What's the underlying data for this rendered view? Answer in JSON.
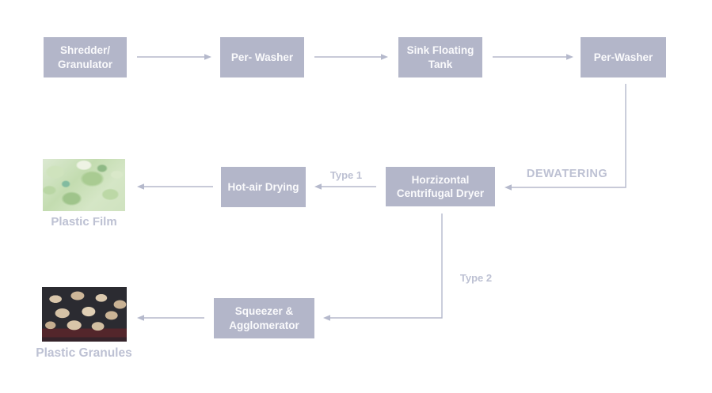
{
  "colors": {
    "node_fill": "#b3b6c9",
    "node_text": "#fafafc",
    "connector": "#b5b9cc",
    "label_text": "#bdc1d3"
  },
  "nodes": {
    "shredder": {
      "label": "Shredder/\nGranulator"
    },
    "pre_washer_1": {
      "label": "Per- Washer"
    },
    "sink_floating_tank": {
      "label": "Sink Floating\nTank"
    },
    "per_washer_2": {
      "label": "Per-Washer"
    },
    "hot_air_drying": {
      "label": "Hot-air Drying"
    },
    "centrifugal_dryer": {
      "label": "Horzizontal\nCentrifugal Dryer"
    },
    "squeezer": {
      "label": "Squeezer &\nAgglomerator"
    }
  },
  "labels": {
    "dewatering": "DEWATERING",
    "type1": "Type 1",
    "type2": "Type 2",
    "plastic_film": "Plastic Film",
    "plastic_granules": "Plastic Granules"
  },
  "photos": {
    "film": "shredded-green-plastic-film-photo",
    "granules": "beige-plastic-granule-lumps-photo"
  },
  "edges": [
    {
      "from": "shredder",
      "to": "pre_washer_1",
      "label": ""
    },
    {
      "from": "pre_washer_1",
      "to": "sink_floating_tank",
      "label": ""
    },
    {
      "from": "sink_floating_tank",
      "to": "per_washer_2",
      "label": ""
    },
    {
      "from": "per_washer_2",
      "to": "centrifugal_dryer",
      "label": "DEWATERING"
    },
    {
      "from": "centrifugal_dryer",
      "to": "hot_air_drying",
      "label": "Type 1"
    },
    {
      "from": "hot_air_drying",
      "to": "plastic_film",
      "label": ""
    },
    {
      "from": "centrifugal_dryer",
      "to": "squeezer",
      "label": "Type 2"
    },
    {
      "from": "squeezer",
      "to": "plastic_granules",
      "label": ""
    }
  ]
}
